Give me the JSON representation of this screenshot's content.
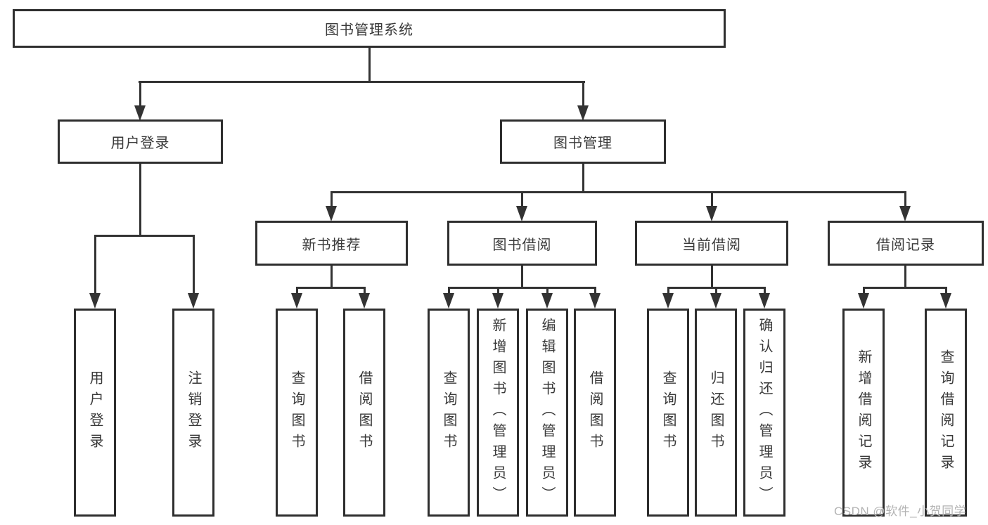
{
  "diagram_title": "图书管理系统",
  "nodes": {
    "root": "图书管理系统",
    "level2": [
      "用户登录",
      "图书管理"
    ],
    "level3": [
      "新书推荐",
      "图书借阅",
      "当前借阅",
      "借阅记录"
    ],
    "leaves": [
      "用户登录",
      "注销登录",
      "查询图书",
      "借阅图书",
      "查询图书",
      "新增图书（管理员）",
      "编辑图书（管理员）",
      "借阅图书",
      "查询图书",
      "归还图书",
      "确认归还（管理员）",
      "新增借阅记录",
      "查询借阅记录"
    ]
  },
  "hierarchy": [
    {
      "parent": "图书管理系统",
      "children": [
        "用户登录",
        "图书管理"
      ]
    },
    {
      "parent": "用户登录",
      "children": [
        "用户登录",
        "注销登录"
      ]
    },
    {
      "parent": "图书管理",
      "children": [
        "新书推荐",
        "图书借阅",
        "当前借阅",
        "借阅记录"
      ]
    },
    {
      "parent": "新书推荐",
      "children": [
        "查询图书",
        "借阅图书"
      ]
    },
    {
      "parent": "图书借阅",
      "children": [
        "查询图书",
        "新增图书（管理员）",
        "编辑图书（管理员）",
        "借阅图书"
      ]
    },
    {
      "parent": "当前借阅",
      "children": [
        "查询图书",
        "归还图书",
        "确认归还（管理员）"
      ]
    },
    {
      "parent": "借阅记录",
      "children": [
        "新增借阅记录",
        "查询借阅记录"
      ]
    }
  ],
  "watermark": "CSDN @软件_小贺同学",
  "colors": {
    "line": "#333333",
    "box_border": "#2e2e2e",
    "box_fill": "#ffffff",
    "text": "#3a3a3a",
    "watermark": "#b3b3b3",
    "background": "#ffffff"
  }
}
